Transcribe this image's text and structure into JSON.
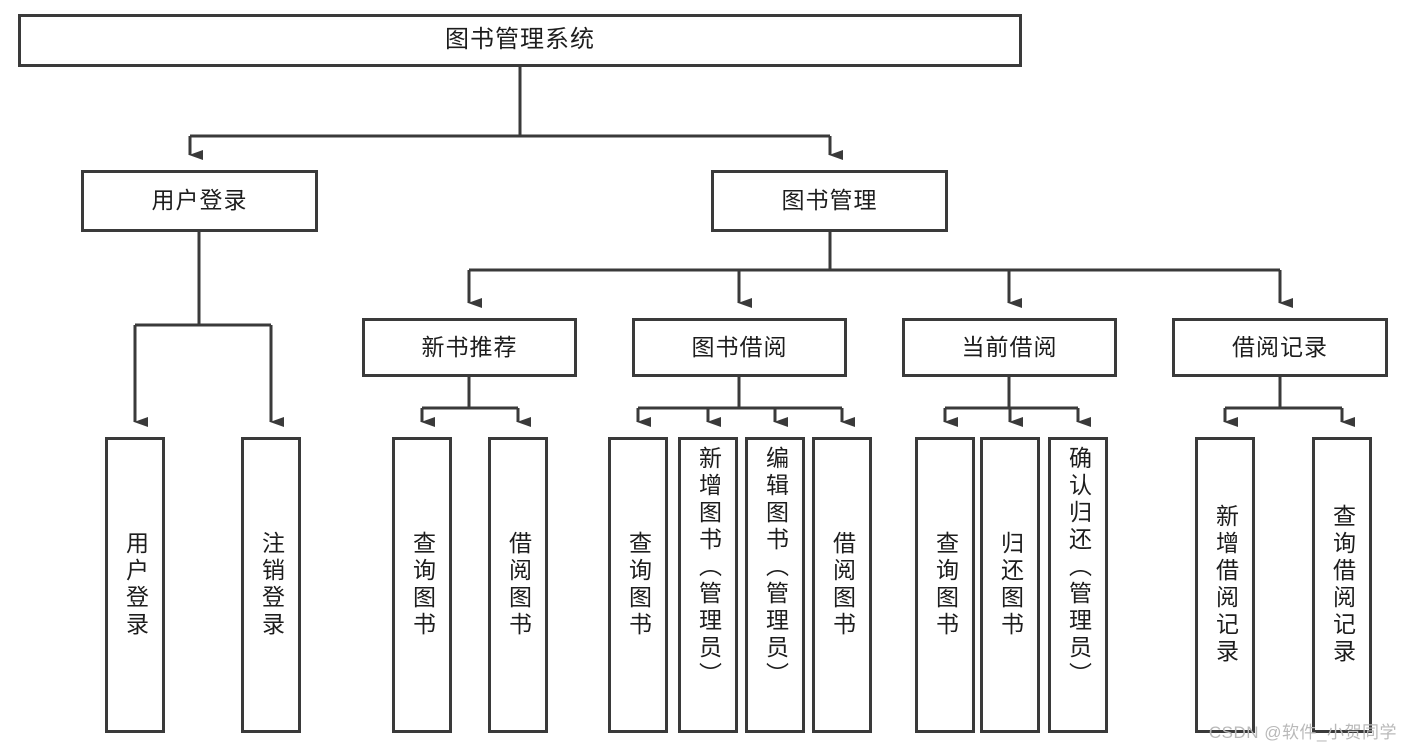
{
  "diagram": {
    "title": "图书管理系统",
    "type": "tree",
    "root": {
      "label": "图书管理系统"
    },
    "level2": [
      {
        "label": "用户登录"
      },
      {
        "label": "图书管理"
      }
    ],
    "level3": [
      {
        "label": "新书推荐"
      },
      {
        "label": "图书借阅"
      },
      {
        "label": "当前借阅"
      },
      {
        "label": "借阅记录"
      }
    ],
    "leaves": {
      "user_login": [
        {
          "label": "用户登录"
        },
        {
          "label": "注销登录"
        }
      ],
      "new_book": [
        {
          "label": "查询图书"
        },
        {
          "label": "借阅图书"
        }
      ],
      "borrow_book": [
        {
          "label": "查询图书"
        },
        {
          "label": "新增图书（管理员）"
        },
        {
          "label": "编辑图书（管理员）"
        },
        {
          "label": "借阅图书"
        }
      ],
      "current_borrow": [
        {
          "label": "查询图书"
        },
        {
          "label": "归还图书"
        },
        {
          "label": "确认归还（管理员）"
        }
      ],
      "borrow_record": [
        {
          "label": "新增借阅记录"
        },
        {
          "label": "查询借阅记录"
        }
      ]
    }
  },
  "watermark": {
    "text": "CSDN @软件_小贺同学"
  },
  "colors": {
    "stroke": "#3a3a3a",
    "text": "#1d1d1d",
    "background": "#ffffff",
    "watermark": "#b9b9b9"
  }
}
